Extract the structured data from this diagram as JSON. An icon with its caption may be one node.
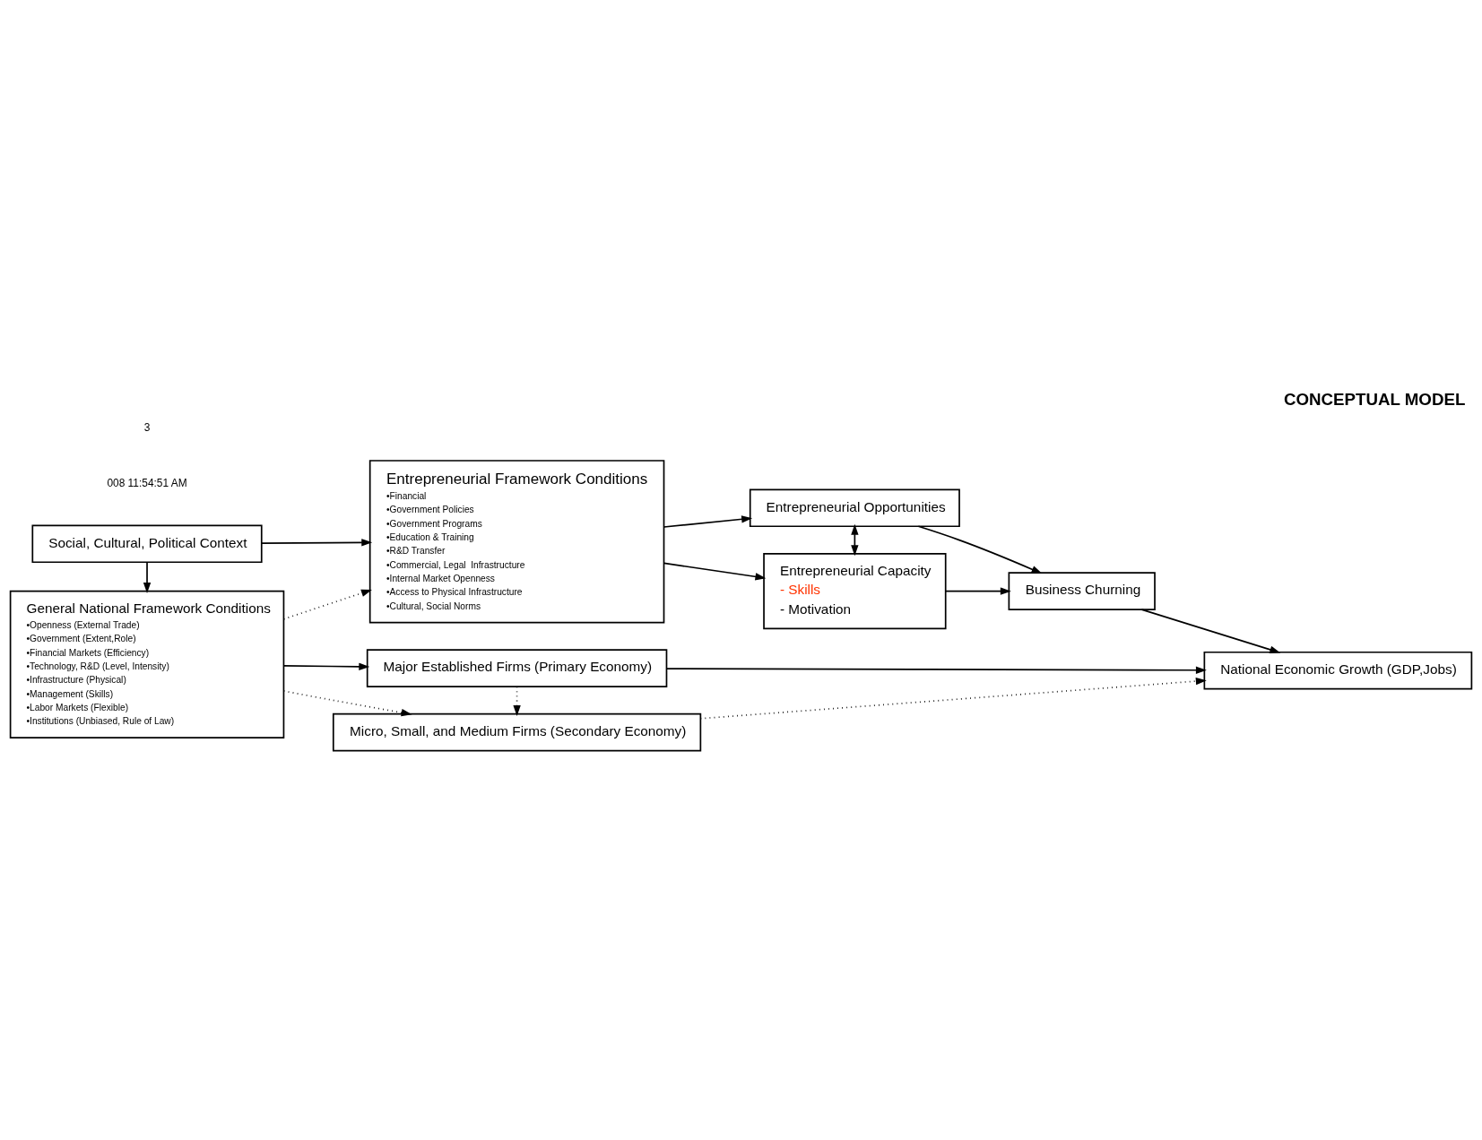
{
  "diagram": {
    "title": "CONCEPTUAL MODEL",
    "nodes": [
      {
        "text": [
          "General National Framework Conditions",
          "•Openness (External Trade)",
          "•Government (Extent,Role)",
          "•Financial Markets (Efficiency)",
          "•Technology, R&D (Level, Intensity)",
          "•Infrastructure (Physical)",
          "•Management (Skills)",
          "•Labor Markets (Flexible)",
          "•Institutions (Unbiased, Rule of Law)"
        ]
      },
      {
        "text": [
          "Major Established Firms (Primary Economy)"
        ]
      },
      {
        "text": [
          "Micro, Small, and Medium Firms (Secondary Economy)"
        ]
      },
      {
        "text": [
          "National Economic Growth (GDP,Jobs)"
        ]
      },
      {
        "text": [
          "Social, Cultural, Political Context"
        ]
      },
      {
        "text": [
          "Entrepreneurial Framework Conditions",
          "•Financial",
          "•Government Policies",
          "•Government Programs",
          "•Education & Training",
          "•R&D Transfer",
          "•Commercial, Legal  Infrastructure",
          "•Internal Market Openness",
          "•Access to Physical Infrastructure",
          "•Cultural, Social Norms"
        ]
      },
      {
        "text": [
          "Entrepreneurial Opportunities"
        ]
      },
      {
        "text": [
          "Entrepreneurial Capacity",
          "- Skills",
          "- Motivation"
        ]
      },
      {
        "text": [
          "Business Churning"
        ]
      }
    ],
    "edges": [
      {
        "from": 0,
        "to": 1,
        "arrow": "to"
      },
      {
        "from": 1,
        "to": 2,
        "arrow": "to",
        "style": "dashed"
      },
      {
        "from": 0,
        "to": 2,
        "arrow": "to",
        "style": "dashed"
      },
      {
        "from": 1,
        "to": 3,
        "arrow": "to"
      },
      {
        "from": 2,
        "to": 3,
        "arrow": "to",
        "style": "dashed"
      },
      {
        "from": 0,
        "to": 5,
        "arrow": "to",
        "style": "dashed"
      },
      {
        "from": 4,
        "to": 0,
        "arrow": "to"
      },
      {
        "from": 4,
        "to": 5,
        "arrow": "to"
      },
      {
        "from": 5,
        "to": 6,
        "arrow": "to"
      },
      {
        "from": 5,
        "to": 7,
        "arrow": "to"
      },
      {
        "from": 6,
        "to": 7,
        "arrow": "both"
      },
      {
        "from": 6,
        "to": 8,
        "arrow": "to"
      },
      {
        "from": 7,
        "to": 8,
        "arrow": "to"
      },
      {
        "from": 8,
        "to": 3,
        "arrow": "to"
      }
    ],
    "labels": [
      "008 11:54:51 AM",
      "3"
    ]
  }
}
